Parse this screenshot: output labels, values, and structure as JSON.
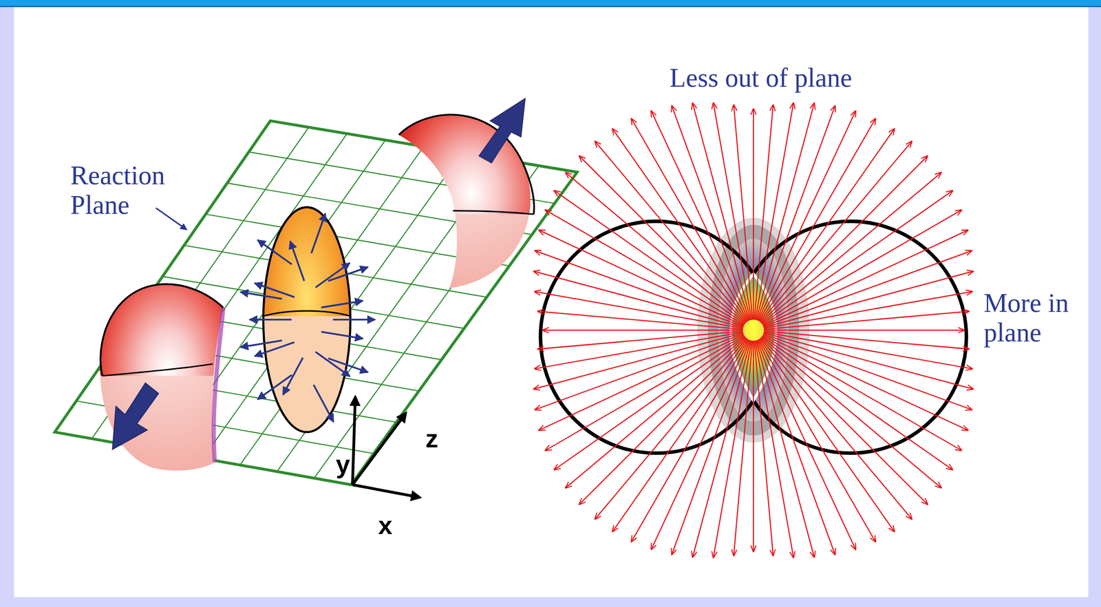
{
  "diagram": {
    "labels": [
      "Reaction Plane",
      "y",
      "z",
      "x",
      "Less out of plane",
      "More in plane"
    ]
  }
}
